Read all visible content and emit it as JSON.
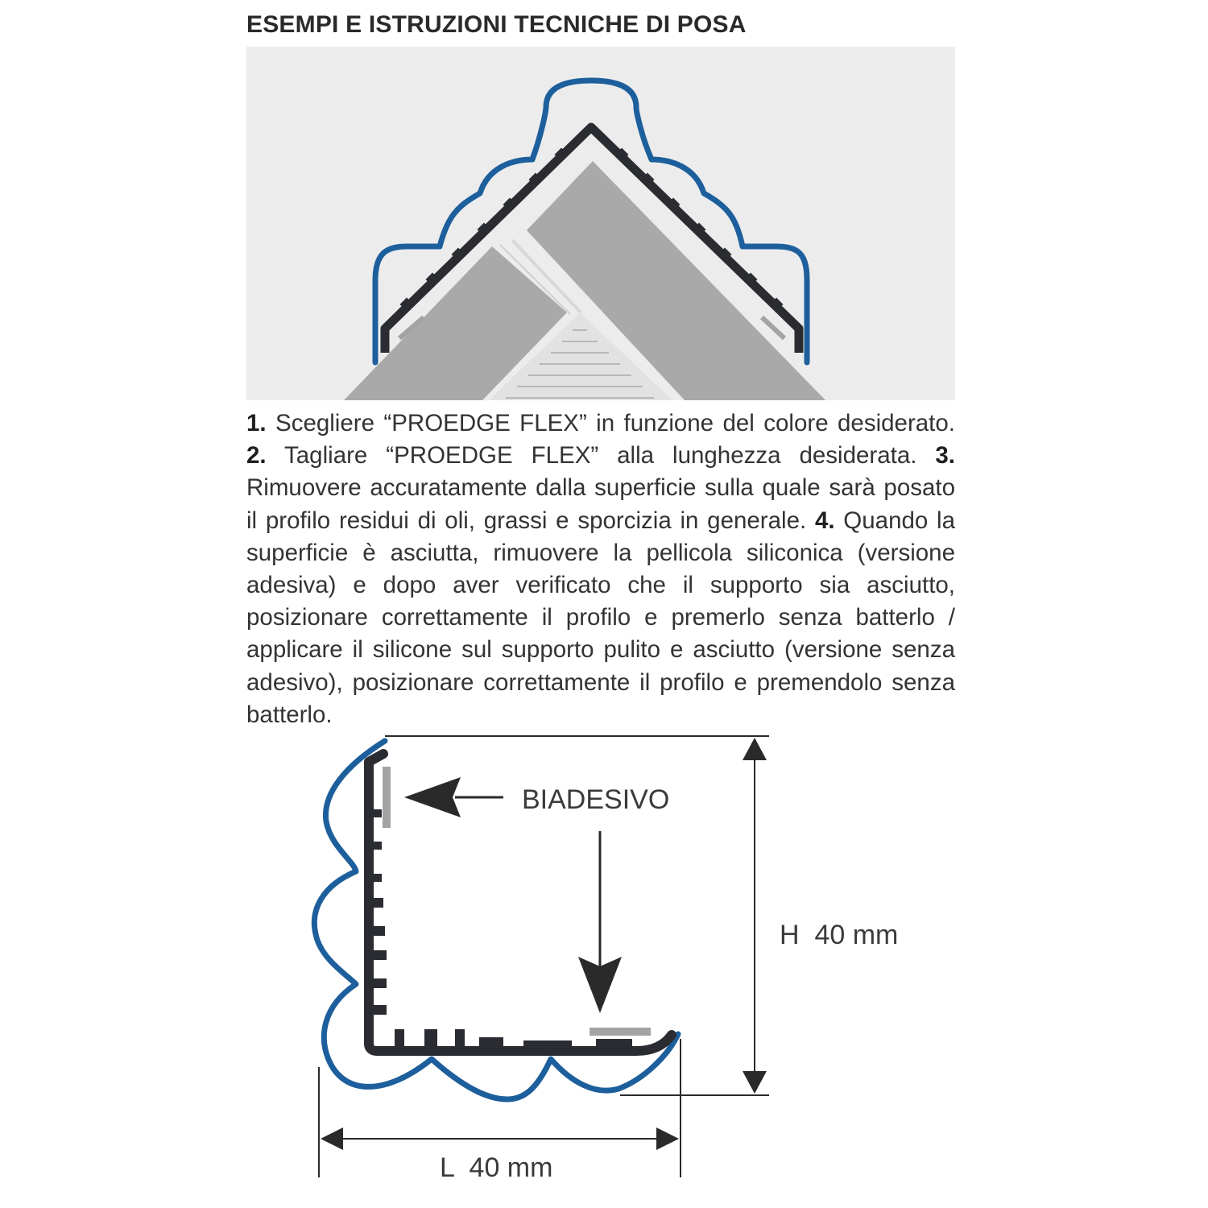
{
  "title": "ESEMPI E ISTRUZIONI TECNICHE DI POSA",
  "instructions": [
    {
      "num": "1.",
      "text": " Scegliere “PROEDGE FLEX” in funzione del colore desiderato. "
    },
    {
      "num": "2.",
      "text": " Tagliare “PROEDGE FLEX” alla lunghezza desiderata. "
    },
    {
      "num": "3.",
      "text": " Rimuovere accuratamente dalla superficie sulla quale sarà posato il profilo residui di oli, grassi e sporcizia in generale. "
    },
    {
      "num": "4.",
      "text": " Quando la superficie è asciutta, rimuovere la pellicola siliconica (versione adesiva) e dopo aver verificato che il supporto sia asciutto, posizionare correttamente il profilo e premerlo senza batterlo / applicare il silicone sul supporto pulito e asciutto (versione senza adesivo), posizionare correttamente il profilo e premendolo senza batterlo."
    }
  ],
  "diagram": {
    "adhesive_label": "BIADESIVO",
    "height_label": "H  40 mm",
    "length_label": "L  40 mm"
  },
  "colors": {
    "profile_blue": "#1d5f9c",
    "profile_dark": "#2a2c31",
    "tile_gray": "#a9a9a9",
    "adhesive_gray": "#a3a3a3",
    "background_panel": "#ececec"
  }
}
